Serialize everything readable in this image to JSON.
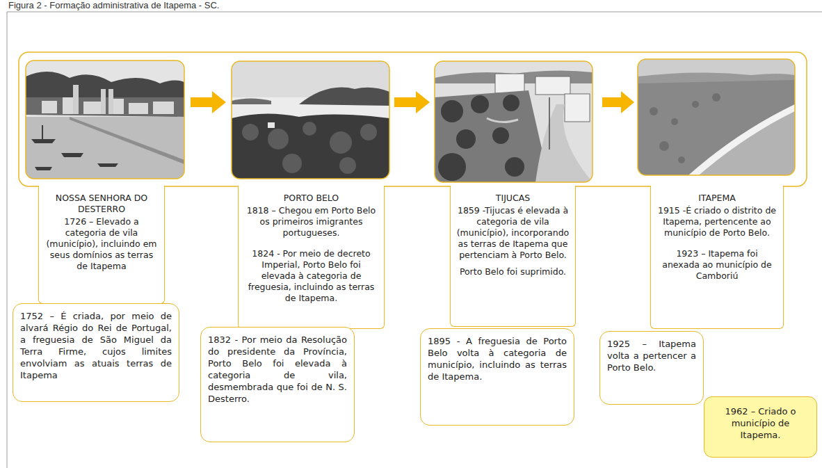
{
  "diagram": {
    "title": "Figura 2 - Formação administrativa de Itapema - SC.",
    "nodes": [
      {
        "text": [
          "NOSSA SENHORA DO DESTERRO",
          "1726 – Elevado a categoria de vila (município), incluindo em seus domínios as terras de Itapema"
        ]
      },
      {
        "text": [
          "1752 – É criada, por meio de alvará Régio do Rei de Portugal, a freguesia de São Miguel da Terra Firme, cujos limites envolviam as atuais terras de Itapema"
        ]
      },
      {
        "text": [
          "PORTO BELO",
          "1818 – Chegou em Porto Belo os primeiros imigrantes portugueses.",
          "1824 - Por meio de decreto Imperial, Porto Belo foi elevada à categoria de freguesia, incluindo as terras de Itapema."
        ]
      },
      {
        "text": [
          "1832 - Por meio da Resolução do presidente da Província, Porto Belo foi elevada à categoria de vila, desmembrada que foi de N. S. Desterro."
        ]
      },
      {
        "text": [
          "TIJUCAS",
          "1859 -Tijucas é elevada à categoria de vila (município), incorporando as terras de Itapema que pertenciam à Porto Belo.",
          "Porto Belo foi suprimido."
        ]
      },
      {
        "text": [
          "1895 - A freguesia de Porto Belo volta à categoria de município, incluindo as terras de Itapema."
        ]
      },
      {
        "text": [
          "ITAPEMA",
          "1915 -É criado o distrito de Itapema, pertencente ao município de Porto Belo.",
          "1923 – Itapema foi anexada ao município de Camboriú"
        ]
      },
      {
        "text": [
          "1925 – Itapema volta a pertencer a Porto Belo."
        ]
      },
      {
        "text": [
          "1962 – Criado o município de Itapema."
        ]
      }
    ]
  }
}
